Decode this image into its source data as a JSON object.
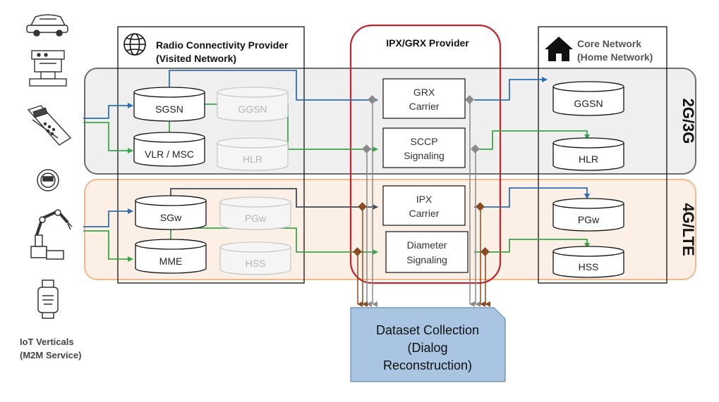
{
  "bands": {
    "g23": {
      "label": "2G/3G",
      "fill": "#efefef",
      "stroke": "#6e6e6e"
    },
    "g4": {
      "label": "4G/LTE",
      "fill": "#fcefe6",
      "stroke": "#f0b890"
    }
  },
  "radio_provider": {
    "title_line1": "Radio Connectivity Provider",
    "title_line2": "(Visited Network)"
  },
  "ipx_provider": {
    "title": "IPX/GRX Provider",
    "stroke": "#c0242a"
  },
  "core_network": {
    "title_line1": "Core Network",
    "title_line2": "(Home Network)"
  },
  "nodes": {
    "sgsn": "SGSN",
    "ggsn_v": "GGSN",
    "vlr": "VLR / MSC",
    "hlr_v": "HLR",
    "sgw": "SGw",
    "pgw_v": "PGw",
    "mme": "MME",
    "hss_v": "HSS",
    "ggsn_h": "GGSN",
    "hlr_h": "HLR",
    "pgw_h": "PGw",
    "hss_h": "HSS"
  },
  "carriers": {
    "grx": {
      "line1": "GRX",
      "line2": "Carrier"
    },
    "sccp": {
      "line1": "SCCP",
      "line2": "Signaling"
    },
    "ipx": {
      "line1": "IPX",
      "line2": "Carrier"
    },
    "diameter": {
      "line1": "Diameter",
      "line2": "Signaling"
    }
  },
  "dataset": {
    "line1": "Dataset Collection",
    "line2": "(Dialog",
    "line3": "Reconstruction)",
    "fill": "#a9c5e1"
  },
  "iot": {
    "line1": "IoT Verticals",
    "line2": "(M2M Service)"
  },
  "device_icons": [
    "car-icon",
    "coffee-machine-icon",
    "payment-terminal-icon",
    "smart-meter-icon",
    "robot-arm-icon",
    "smartwatch-icon"
  ],
  "colors": {
    "data_path": "#2f6db5",
    "signaling_path": "#3aa64b",
    "lte_data_path": "#3b4a5c",
    "tap_gray": "#8a8a8a",
    "tap_brown": "#8a4a24"
  }
}
